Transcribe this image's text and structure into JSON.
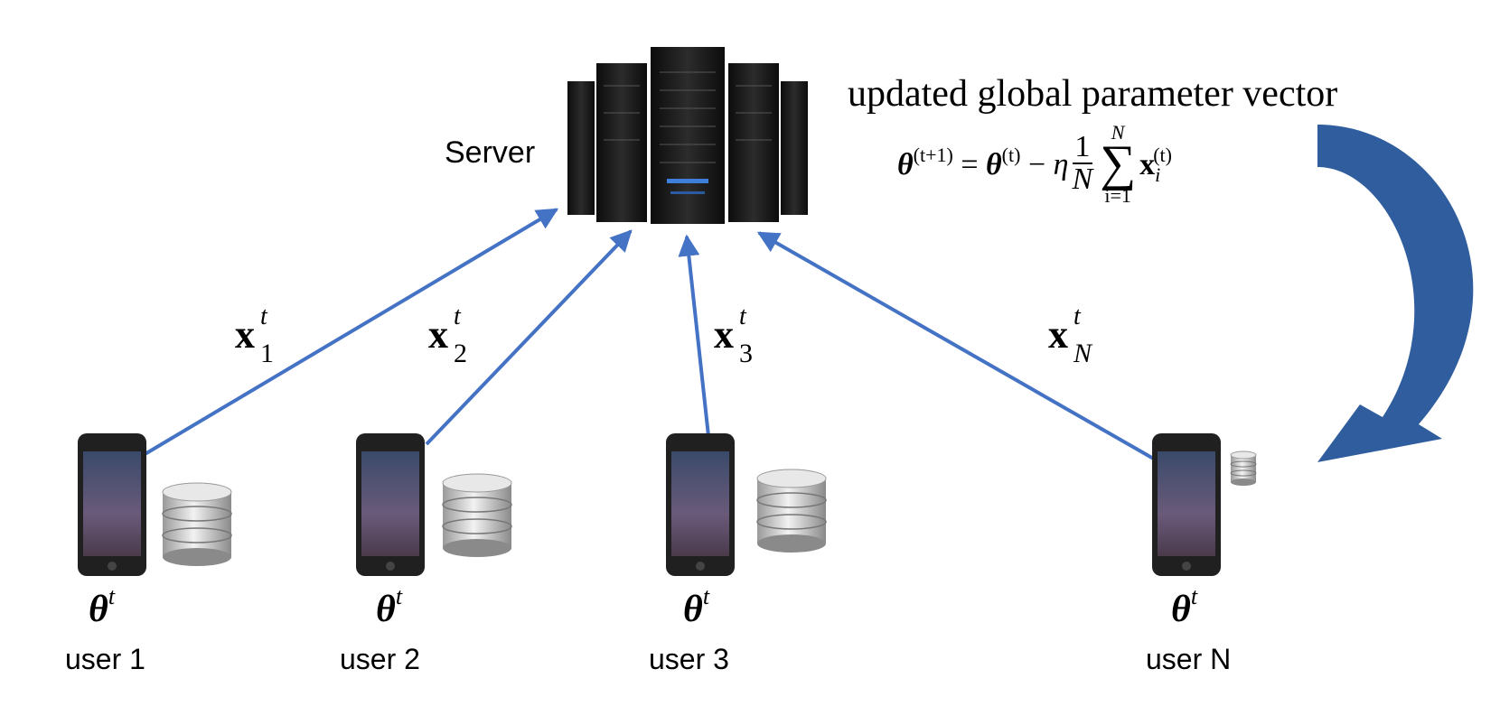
{
  "server": {
    "label": "Server"
  },
  "update": {
    "title": "updated global parameter vector",
    "formula": {
      "theta": "θ",
      "sup_next": "(t+1)",
      "equals": "=",
      "sup_cur": "(t)",
      "minus": "−",
      "eta": "η",
      "frac_num": "1",
      "frac_den": "N",
      "sum_top": "N",
      "sum_symbol": "∑",
      "sum_bottom": "i=1",
      "x": "x",
      "x_sub": "i",
      "x_sup": "(t)"
    }
  },
  "messages": [
    {
      "base": "x",
      "sub": "1",
      "sup": "t"
    },
    {
      "base": "x",
      "sub": "2",
      "sup": "t"
    },
    {
      "base": "x",
      "sub": "3",
      "sup": "t"
    },
    {
      "base": "x",
      "sub": "N",
      "sup": "t"
    }
  ],
  "users": [
    {
      "label": "user 1",
      "theta": "θ",
      "theta_sup": "t"
    },
    {
      "label": "user 2",
      "theta": "θ",
      "theta_sup": "t"
    },
    {
      "label": "user 3",
      "theta": "θ",
      "theta_sup": "t"
    },
    {
      "label": "user N",
      "theta": "θ",
      "theta_sup": "t"
    }
  ],
  "colors": {
    "arrow": "#4472c4",
    "curved_arrow": "#2f5d9e",
    "server_dark": "#1a1a1a",
    "phone_body": "#202020",
    "db_silver": "#c8c8c8"
  }
}
